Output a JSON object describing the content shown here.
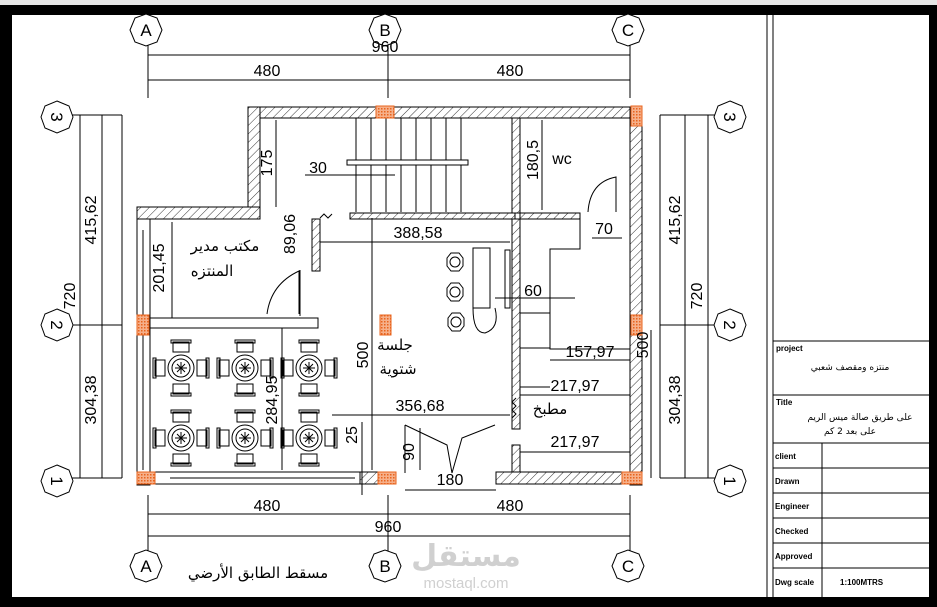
{
  "colors": {
    "frame": "#000000",
    "column": "#e8641e",
    "watermark": "#d0d0d0"
  },
  "grid": {
    "columns": [
      "A",
      "B",
      "C"
    ],
    "rows": [
      "1",
      "2",
      "3"
    ]
  },
  "dims": {
    "top_total": "960",
    "top_left": "480",
    "top_right": "480",
    "bottom_total": "960",
    "bottom_left": "480",
    "bottom_right": "480",
    "left_upper": "415,62",
    "left_total": "720",
    "left_lower": "304,38",
    "right_upper": "415,62",
    "right_total": "720",
    "right_lower": "304,38",
    "stair_height": "175",
    "stair_tread": "30",
    "wc_height": "180,5",
    "hall_width": "388,58",
    "office_door": "89,06",
    "office_height": "201,45",
    "wc_door": "70",
    "counter": "60",
    "hall_height": "500",
    "kitchen_a": "157,97",
    "kitchen_b": "217,97",
    "right_height": "500",
    "dining_height": "284,95",
    "hall_lower": "356,68",
    "step": "25",
    "entry_depth": "90",
    "kitchen_c": "217,97",
    "entry_width": "180"
  },
  "rooms": {
    "wc": "wc",
    "office_line1": "مكتب مدير",
    "office_line2": "المنتزه",
    "seating_line1": "جلسة",
    "seating_line2": "شتوية",
    "kitchen": "مطبخ"
  },
  "plan_title": "مسقط الطابق الأرضي",
  "watermark": {
    "logo": "مستقل",
    "site": "mostaql.com"
  },
  "title_block": {
    "project_label": "project",
    "project_value": "منتزه ومقصف شعبي",
    "title_label": "Title",
    "title_line1": "على طريق صالة ميس الريم",
    "title_line2": "على بعد 2 كم",
    "rows": [
      {
        "label": "client",
        "value": ""
      },
      {
        "label": "Drawn",
        "value": ""
      },
      {
        "label": "Engineer",
        "value": ""
      },
      {
        "label": "Checked",
        "value": ""
      },
      {
        "label": "Approved",
        "value": ""
      },
      {
        "label": "Dwg scale",
        "value": "1:100MTRS"
      }
    ]
  }
}
